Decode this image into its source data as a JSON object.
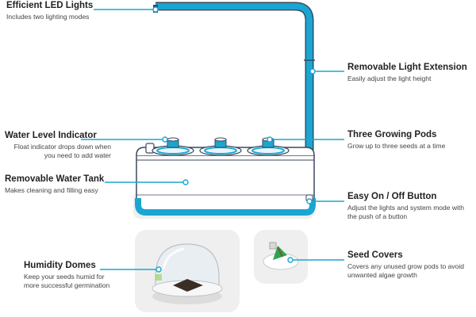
{
  "colors": {
    "accent": "#1aa6d3",
    "tank_border": "#3a4a5c",
    "gray_panel": "#efefef"
  },
  "labels": {
    "led": {
      "title": "Efficient LED Lights",
      "desc": "Includes two lighting modes"
    },
    "water_level": {
      "title": "Water Level Indicator",
      "desc": "Float indicator drops down when you need to add water"
    },
    "water_tank": {
      "title": "Removable Water Tank",
      "desc": "Makes cleaning and filling easy"
    },
    "humidity": {
      "title": "Humidity Domes",
      "desc": "Keep your seeds humid for more successful germination"
    },
    "light_ext": {
      "title": "Removable Light Extension",
      "desc": "Easily adjust the light height"
    },
    "pods": {
      "title": "Three Growing Pods",
      "desc": "Grow up to three seeds at a time"
    },
    "button": {
      "title": "Easy On / Off Button",
      "desc": "Adjust the lights and system mode with the push of a button"
    },
    "seed_covers": {
      "title": "Seed Covers",
      "desc": "Covers any unused grow pods to avoid unwanted algae growth"
    }
  }
}
